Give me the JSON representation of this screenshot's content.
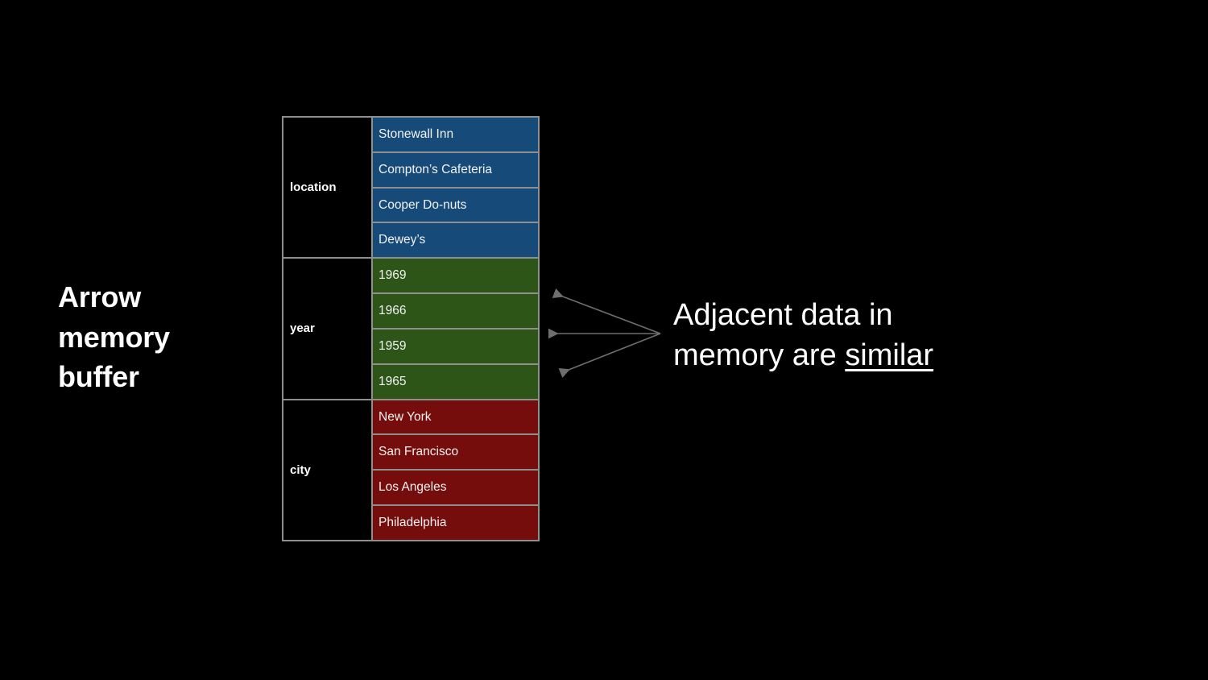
{
  "background_color": "#000000",
  "caption": {
    "title": "Arrow\nmemory\nbuffer"
  },
  "buffer": {
    "grid_color": "#8f8f8f",
    "sections": [
      {
        "label": "location",
        "color": "#164a78",
        "cells": [
          "Stonewall Inn",
          "Compton’s Cafeteria",
          "Cooper Do-nuts",
          "Dewey’s"
        ]
      },
      {
        "label": "year",
        "color": "#2d5518",
        "cells": [
          "1969",
          "1966",
          "1959",
          "1965"
        ]
      },
      {
        "label": "city",
        "color": "#760d0d",
        "cells": [
          "New York",
          "San Francisco",
          "Los Angeles",
          "Philadelphia"
        ]
      }
    ]
  },
  "annotation": {
    "line1": "Adjacent data in",
    "line2_prefix": "memory are ",
    "line2_emphasis": "similar",
    "arrow_color": "#6e6e6e",
    "arrow_count": 3
  }
}
